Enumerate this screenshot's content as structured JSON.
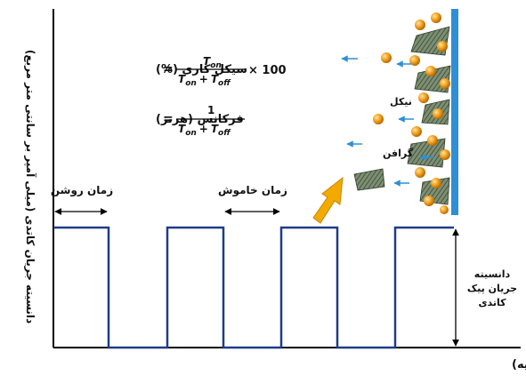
{
  "axes": {
    "y_label": "دانسیته جریان کاتدی (میلی آمپر بر سانتی متر مربع)",
    "x_label": "زمان (ثانیه)"
  },
  "formulas": {
    "duty_label": "سیکل کاری (%)",
    "duty_numerator": "T",
    "duty_numerator_sub": "on",
    "duty_den_t1": "T",
    "duty_den_sub1": "on",
    "duty_den_plus": "+",
    "duty_den_t2": "T",
    "duty_den_sub2": "off",
    "duty_times": "× 100",
    "freq_label": "فرکانس (هرتز)",
    "freq_numerator": "1",
    "freq_den_t1": "T",
    "freq_den_sub1": "on",
    "freq_den_plus": "+",
    "freq_den_t2": "T",
    "freq_den_sub2": "off",
    "eq": "="
  },
  "annotations": {
    "on_time": "زمان روشن",
    "off_time": "زمان خاموش",
    "peak_line1": "دانسیته",
    "peak_line2": "جریان پیک",
    "peak_line3": "کاتدی",
    "nickel": "نیکل",
    "graphene": "گرافن"
  },
  "colors": {
    "waveform": "#1f3c88",
    "axis": "#000000",
    "electrode": "#2e8fd6",
    "nickel": "#f0a020",
    "arrow_fill": "#f2a900",
    "arrow_blue": "#2e8fd6"
  }
}
